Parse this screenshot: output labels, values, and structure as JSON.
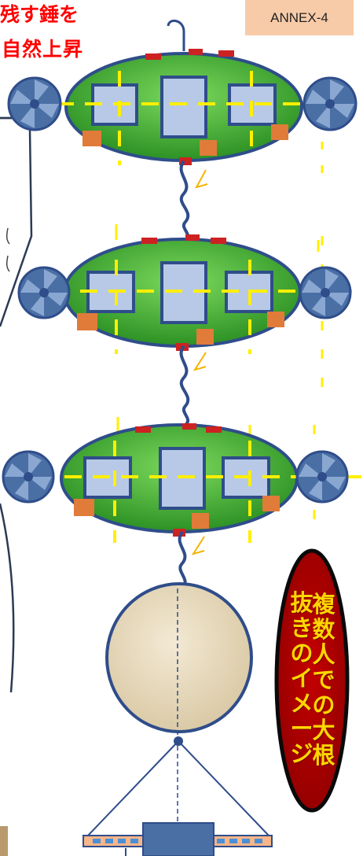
{
  "header": {
    "annex_label": "ANNEX-4",
    "title_line1": "残す錘を",
    "title_line2": "自然上昇"
  },
  "callout": {
    "text_col1": "抜きのイメージ",
    "text_col2": "複数人での大根"
  },
  "colors": {
    "balloon_fill": "#3aa52e",
    "balloon_stroke": "#2f4d8a",
    "panel_fill": "#b7c9e6",
    "propeller_fill": "#4a6fa5",
    "dash_yellow": "#ffef00",
    "callout_fill": "#c00000",
    "callout_text": "#ffd600",
    "annex_bg": "#f8cba8",
    "title_red": "#ff0000",
    "sphere_fill": "#e9dcc0"
  },
  "icons": [
    "hook-icon",
    "propeller-icon",
    "weight-icon",
    "connector-icon"
  ]
}
